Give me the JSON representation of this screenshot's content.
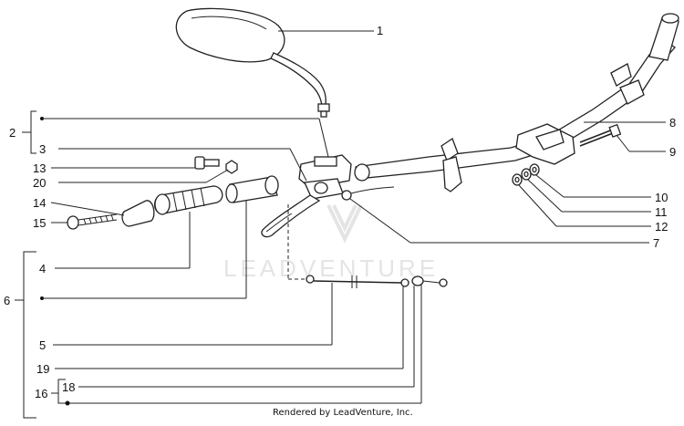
{
  "watermark": "LEADVENTURE",
  "credit": "Rendered by LeadVenture, Inc.",
  "callouts": [
    {
      "id": "1",
      "label": "1"
    },
    {
      "id": "2",
      "label": "2"
    },
    {
      "id": "3",
      "label": "3"
    },
    {
      "id": "4",
      "label": "4"
    },
    {
      "id": "5",
      "label": "5"
    },
    {
      "id": "6",
      "label": "6"
    },
    {
      "id": "7",
      "label": "7"
    },
    {
      "id": "8",
      "label": "8"
    },
    {
      "id": "9",
      "label": "9"
    },
    {
      "id": "10",
      "label": "10"
    },
    {
      "id": "11",
      "label": "11"
    },
    {
      "id": "12",
      "label": "12"
    },
    {
      "id": "13",
      "label": "13"
    },
    {
      "id": "14",
      "label": "14"
    },
    {
      "id": "15",
      "label": "15"
    },
    {
      "id": "16",
      "label": "16"
    },
    {
      "id": "18",
      "label": "18"
    },
    {
      "id": "19",
      "label": "19"
    },
    {
      "id": "20",
      "label": "20"
    }
  ]
}
